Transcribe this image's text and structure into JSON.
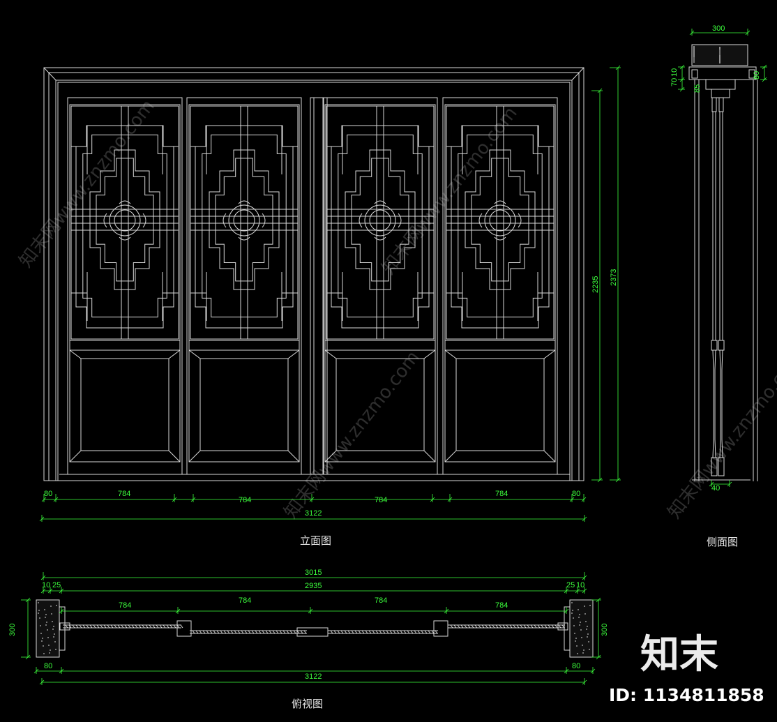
{
  "captions": {
    "elevation": "立面图",
    "side": "侧面图",
    "plan": "俯视图"
  },
  "elevation_dims": {
    "side_left": "80",
    "panel1": "784",
    "panel2": "784",
    "panel3": "784",
    "panel4": "784",
    "side_right": "80",
    "total": "3122",
    "inner_height": "2235",
    "outer_height": "2373"
  },
  "side_dims": {
    "top_width": "300",
    "d70": "70",
    "d10": "10",
    "d85": "85",
    "d80": "80",
    "bottom": "40"
  },
  "plan_dims": {
    "overall": "3015",
    "inner": "2935",
    "left_10": "10",
    "left_25": "25",
    "right_25": "25",
    "right_10": "10",
    "panel1": "784",
    "panel2": "784",
    "panel3": "784",
    "panel4": "784",
    "wall_left": "300",
    "wall_right": "300",
    "bottom_left": "80",
    "bottom_right": "80",
    "total": "3122"
  },
  "watermark": {
    "text": "知末网www.znzmo.com",
    "brand": "知末",
    "id_label": "ID: 1134811858"
  },
  "colors": {
    "line": "#d9d9d9",
    "dimension": "#3cff3c",
    "background": "#000000",
    "hatch": "#bdbdbd"
  }
}
